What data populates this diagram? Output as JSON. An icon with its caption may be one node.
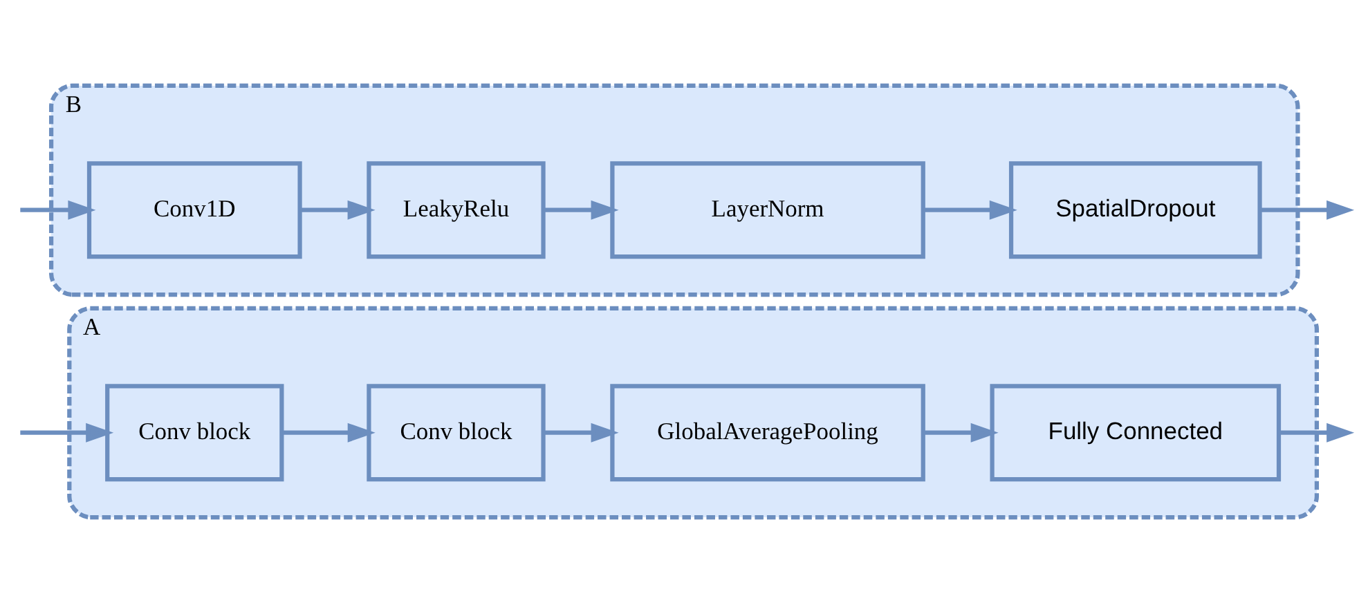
{
  "diagram": {
    "nodes": [
      {
        "text": [
          "A"
        ]
      },
      {
        "text": [
          "Conv block"
        ],
        "in": 0
      },
      {
        "text": [
          "Conv block"
        ],
        "in": 0
      },
      {
        "text": [
          "GlobalAveragePooling"
        ],
        "in": 0
      },
      {
        "text": [
          "Fully Connected"
        ],
        "in": 0
      },
      {
        "text": [
          "B"
        ]
      },
      {
        "text": [
          "Conv1D"
        ],
        "in": 5
      },
      {
        "text": [
          "LeakyRelu"
        ],
        "in": 5
      },
      {
        "text": [
          "LayerNorm"
        ],
        "in": 5
      },
      {
        "text": [
          "SpatialDropout"
        ],
        "in": 5
      }
    ],
    "edges": [
      {
        "from": null,
        "to": 1,
        "arrow": "to"
      },
      {
        "from": 1,
        "to": 2,
        "arrow": "to"
      },
      {
        "from": 2,
        "to": 3,
        "arrow": "to"
      },
      {
        "from": 3,
        "to": 4,
        "arrow": "to"
      },
      {
        "from": 4,
        "to": null,
        "arrow": "to"
      },
      {
        "from": null,
        "to": 6,
        "arrow": "to"
      },
      {
        "from": 6,
        "to": 7,
        "arrow": "to"
      },
      {
        "from": 7,
        "to": 8,
        "arrow": "to"
      },
      {
        "from": 8,
        "to": 9,
        "arrow": "to"
      },
      {
        "from": 9,
        "to": null,
        "arrow": "to"
      }
    ]
  }
}
